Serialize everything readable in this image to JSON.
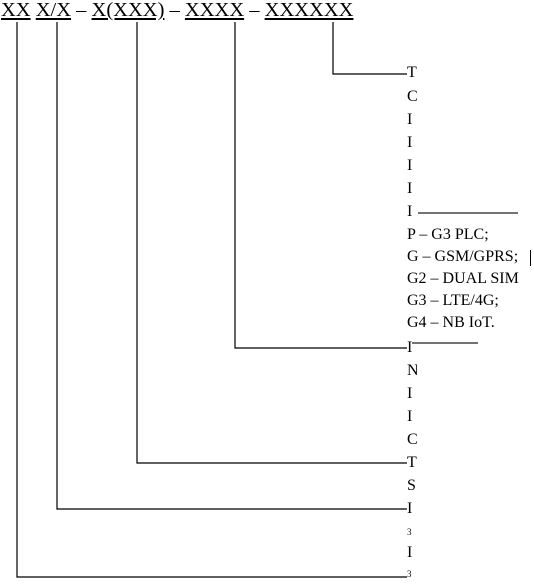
{
  "code": {
    "seg1": "XX",
    "sp1": " ",
    "seg2": "X/X",
    "sep1": " – ",
    "seg3": "X(XXX)",
    "sep2": " – ",
    "seg4": "XXXX",
    "sep3": " – ",
    "seg5": "XXXXXX"
  },
  "comm_modules": [
    "P – G3 PLC;",
    "G – GSM/GPRS;",
    "G2 – DUAL SIM",
    "G3 – LTE/4G;",
    "G4 – NB IoT."
  ],
  "truncated_starts": [
    "T",
    "C",
    "I",
    "I",
    "I",
    "I",
    "I",
    "",
    "",
    "",
    "",
    "",
    "",
    "I",
    "N",
    "I",
    "I",
    "C",
    "T",
    "S",
    "I",
    "3",
    "I",
    "3"
  ]
}
